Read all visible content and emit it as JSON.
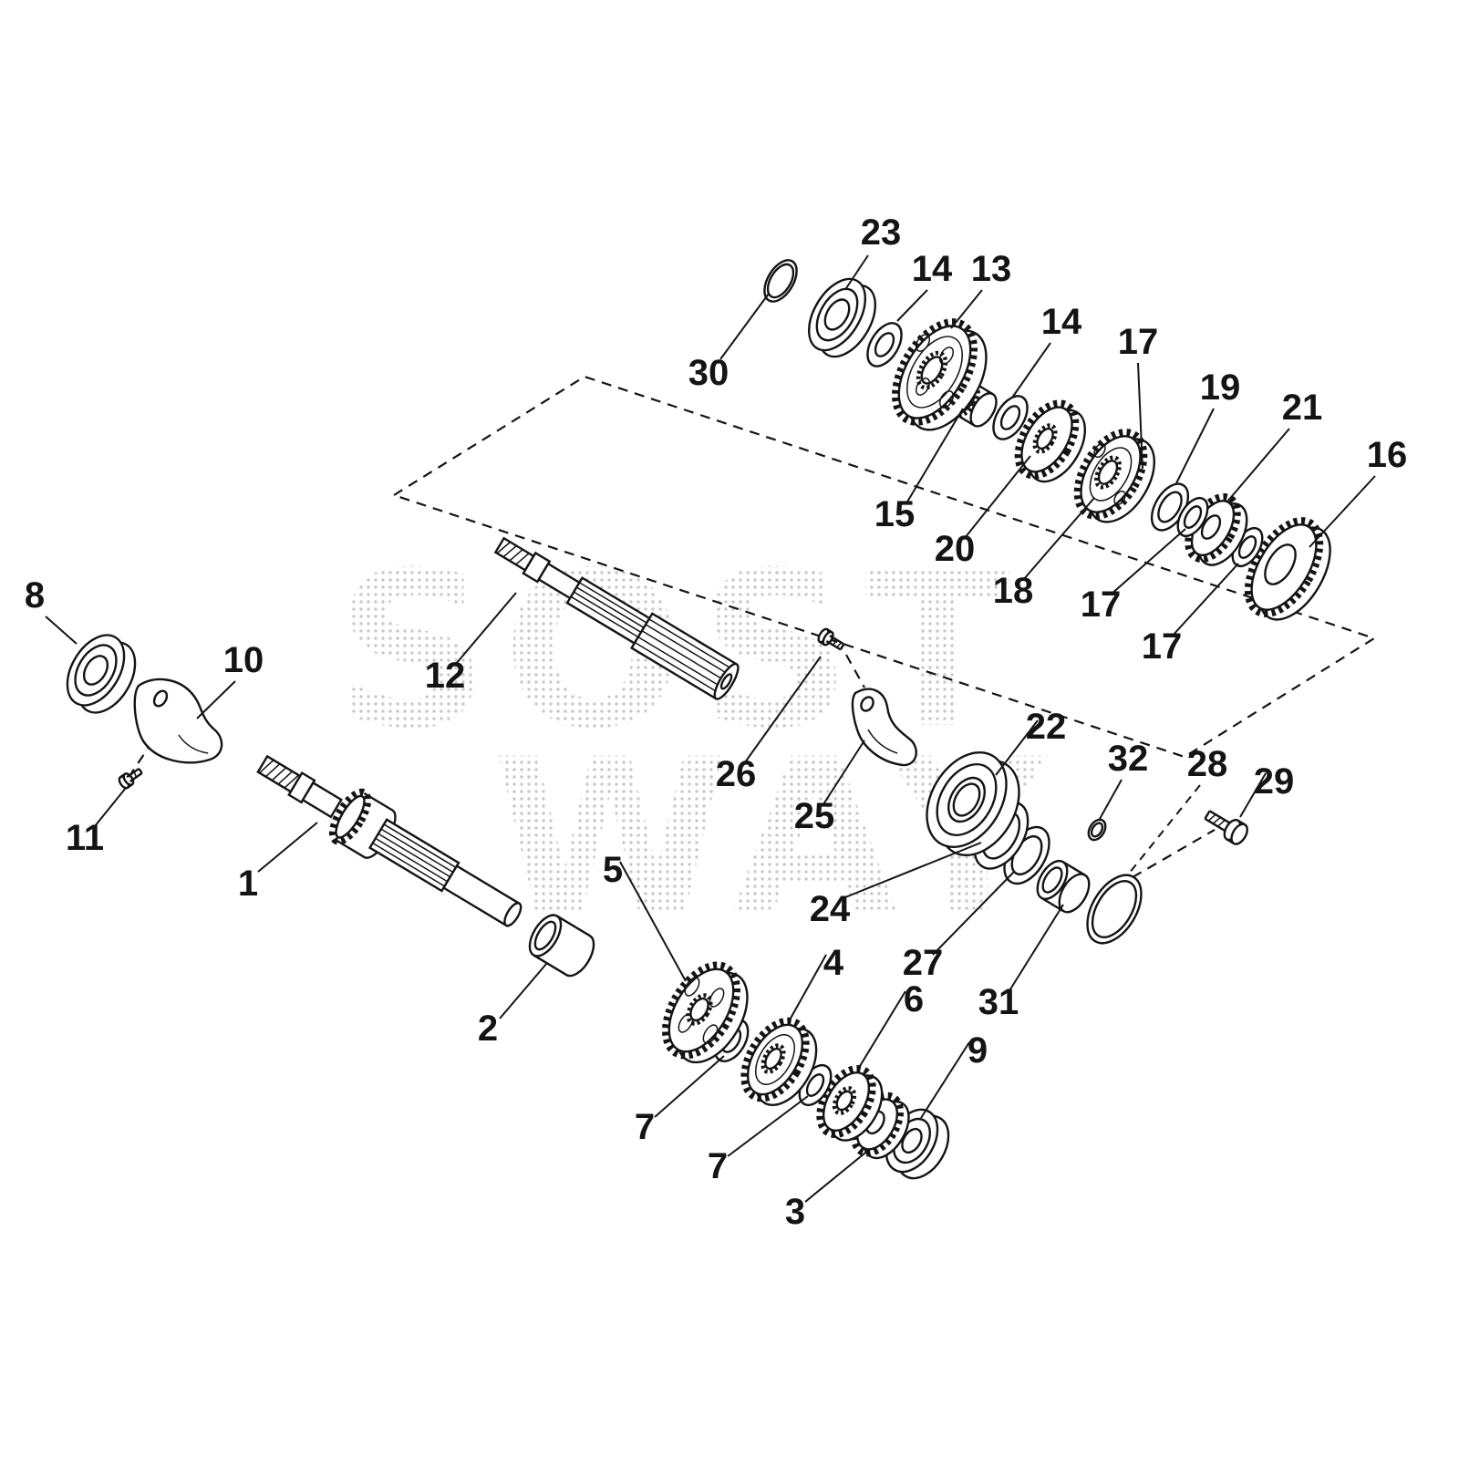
{
  "page": {
    "background": "#ffffff",
    "line_color": "#141414"
  },
  "watermark": {
    "line1": "SOST",
    "line2": "WAY"
  },
  "callouts": [
    {
      "text": "23"
    },
    {
      "text": "14"
    },
    {
      "text": "13"
    },
    {
      "text": "30"
    },
    {
      "text": "14"
    },
    {
      "text": "17"
    },
    {
      "text": "19"
    },
    {
      "text": "21"
    },
    {
      "text": "16"
    },
    {
      "text": "15"
    },
    {
      "text": "20"
    },
    {
      "text": "18"
    },
    {
      "text": "17"
    },
    {
      "text": "17"
    },
    {
      "text": "8"
    },
    {
      "text": "10"
    },
    {
      "text": "12"
    },
    {
      "text": "11"
    },
    {
      "text": "1"
    },
    {
      "text": "26"
    },
    {
      "text": "25"
    },
    {
      "text": "22"
    },
    {
      "text": "32"
    },
    {
      "text": "28"
    },
    {
      "text": "29"
    },
    {
      "text": "24"
    },
    {
      "text": "5"
    },
    {
      "text": "2"
    },
    {
      "text": "4"
    },
    {
      "text": "27"
    },
    {
      "text": "6"
    },
    {
      "text": "31"
    },
    {
      "text": "9"
    },
    {
      "text": "7"
    },
    {
      "text": "7"
    },
    {
      "text": "3"
    }
  ]
}
